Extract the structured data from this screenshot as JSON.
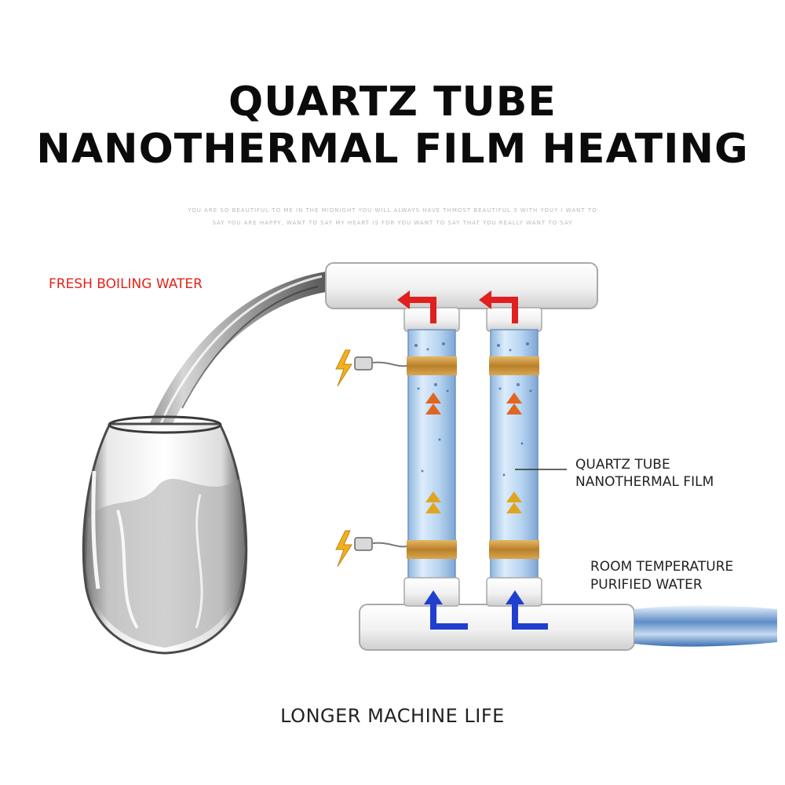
{
  "title": {
    "line1": "QUARTZ TUBE",
    "line2": "NANOTHERMAL FILM HEATING"
  },
  "fine_print": {
    "line1": "YOU ARE SO BEAUTIFUL TO ME IN THE MIDNIGHT YOU WILL ALWAYS HAVE THMOST BEAUTIFUL 3 WITH YOUY I WANT TO",
    "line2": "SAY YOU ARE HAPPY, WANT TO SAY MY HEART IS FOR YOU WANT TO SAY THAT YOU REALLY WANT TO SAY"
  },
  "labels": {
    "fresh_water": "FRESH BOILING WATER",
    "quartz_line1": "QUARTZ TUBE",
    "quartz_line2": "NANOTHERMAL FILM",
    "room_line1": "ROOM TEMPERATURE",
    "room_line2": "PURIFIED WATER"
  },
  "footer": "LONGER MACHINE LIFE",
  "colors": {
    "hot_arrow": "#e01f1f",
    "cold_arrow": "#1f3fcf",
    "heat_arrow": "#e0651f",
    "heat_arrow_low": "#e0a51f",
    "band": "#c8943a",
    "bolt": "#f2b01e",
    "fresh_label": "#e2231a"
  },
  "icons": [
    "lightning-bolt-icon",
    "hot-flow-arrow-icon",
    "cold-flow-arrow-icon",
    "heat-up-arrow-icon",
    "water-glass-illustration"
  ]
}
